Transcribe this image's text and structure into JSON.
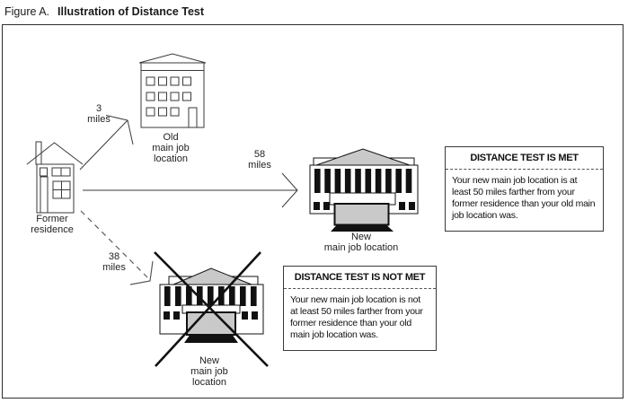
{
  "title": {
    "prefix": "Figure A.",
    "text": "Illustration of Distance Test"
  },
  "diagram": {
    "former_residence_label": "Former\nresidence",
    "old_job_label": "Old\nmain job\nlocation",
    "new_job_met_label": "New\nmain job location",
    "new_job_not_met_label": "New\nmain job\nlocation",
    "distance_old": "3\nmiles",
    "distance_new_met": "58\nmiles",
    "distance_new_not_met": "38\nmiles",
    "icons": {
      "former_residence": "house-icon",
      "old_main_job": "office-building-icon",
      "new_main_job": "government-building-icon",
      "rejected_new_main_job": "government-building-crossed-icon"
    }
  },
  "callouts": {
    "met": {
      "heading": "DISTANCE TEST IS MET",
      "body": "Your new main job location is at least 50 miles farther from your former residence than your old main job location was."
    },
    "not_met": {
      "heading": "DISTANCE TEST IS NOT MET",
      "body": "Your new main job location is not at least 50 miles farther from your former residence than your old main job location was."
    }
  },
  "colors": {
    "line": "#2e2e2e",
    "building_fill": "#c9c9c9",
    "background": "#ffffff"
  }
}
